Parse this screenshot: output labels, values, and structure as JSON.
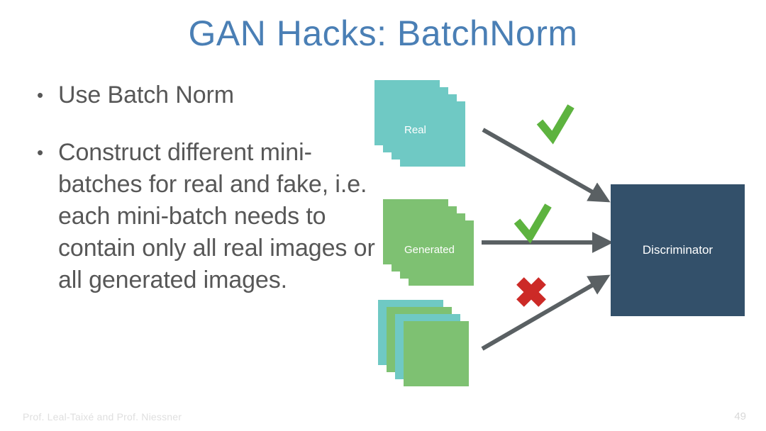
{
  "slide": {
    "title": "GAN Hacks: BatchNorm",
    "title_color": "#4A7FB5",
    "background": "#ffffff"
  },
  "bullets": [
    {
      "marker": "•",
      "text": "Use Batch Norm"
    },
    {
      "marker": "•",
      "text": "Construct different mini-batches for real and fake, i.e. each mini-batch needs to contain only all real images or all generated images."
    }
  ],
  "diagram": {
    "stacks": [
      {
        "id": "real",
        "label": "Real",
        "card_colors": [
          "#6FC9C4",
          "#6FC9C4",
          "#6FC9C4",
          "#6FC9C4"
        ],
        "count": 4
      },
      {
        "id": "generated",
        "label": "Generated",
        "card_colors": [
          "#7EC172",
          "#7EC172",
          "#7EC172",
          "#7EC172"
        ],
        "count": 4
      },
      {
        "id": "mixed",
        "label": "",
        "card_colors": [
          "#6FC9C4",
          "#7EC172",
          "#6FC9C4",
          "#7EC172"
        ],
        "count": 4
      }
    ],
    "discriminator": {
      "label": "Discriminator",
      "color": "#33506A",
      "text_color": "#ffffff"
    },
    "arrows": [
      {
        "name": "real-to-discriminator",
        "from_stack": "real",
        "verdict": "check",
        "verdict_color": "#5DB33F"
      },
      {
        "name": "generated-to-discriminator",
        "from_stack": "generated",
        "verdict": "check",
        "verdict_color": "#5DB33F"
      },
      {
        "name": "mixed-to-discriminator",
        "from_stack": "mixed",
        "verdict": "cross",
        "verdict_color": "#CC2A27"
      }
    ],
    "arrow_color": "#5A6063",
    "check_glyph": "✓",
    "cross_glyph": "✖"
  },
  "footer": {
    "authors": "Prof. Leal-Taixé and Prof. Niessner",
    "page_number": "49"
  }
}
